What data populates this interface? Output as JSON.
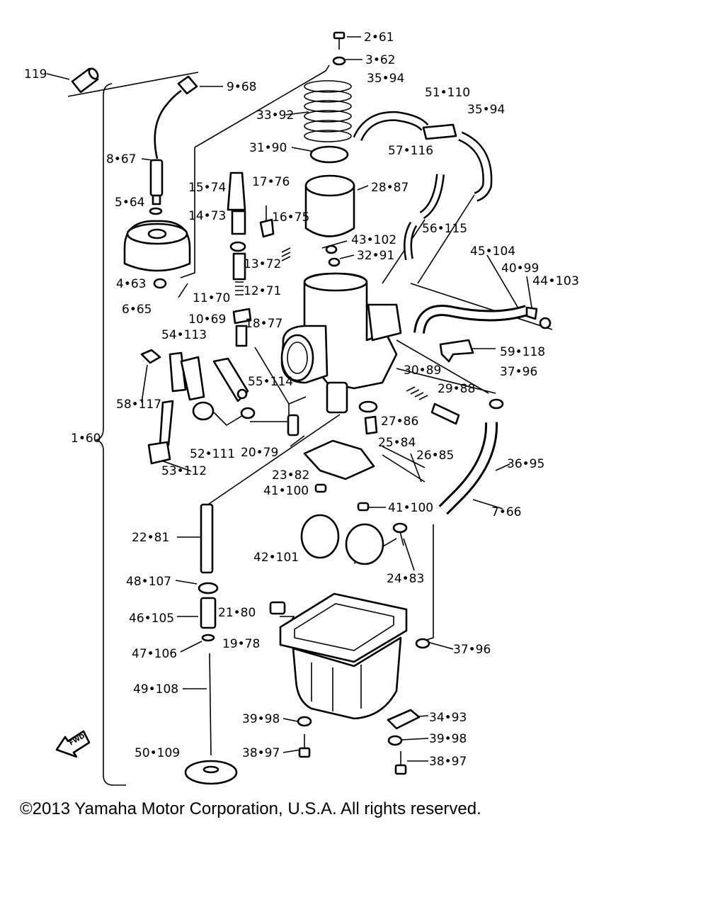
{
  "copyright": "©2013 Yamaha Motor Corporation, U.S.A. All rights reserved.",
  "fwd_label": "FWD",
  "callouts": [
    "2•61",
    "3•62",
    "35•94",
    "51•110",
    "35•94",
    "119",
    "9•68",
    "33•92",
    "31•90",
    "57•116",
    "8•67",
    "15•74",
    "17•76",
    "28•87",
    "5•64",
    "14•73",
    "16•75",
    "56•115",
    "43•102",
    "32•91",
    "13•72",
    "45•104",
    "40•99",
    "44•103",
    "4•63",
    "6•65",
    "11•70",
    "12•71",
    "10•69",
    "18•77",
    "54•113",
    "59•118",
    "30•89",
    "37•96",
    "29•88",
    "58•117",
    "55•114",
    "27•86",
    "25•84",
    "1•60",
    "52•111",
    "20•79",
    "26•85",
    "36•95",
    "53•112",
    "23•82",
    "41•100",
    "41•100",
    "7•66",
    "22•81",
    "42•101",
    "24•83",
    "48•107",
    "21•80",
    "46•105",
    "19•78",
    "37•96",
    "47•106",
    "49•108",
    "39•98",
    "34•93",
    "39•98",
    "38•97",
    "50•109",
    "38•97"
  ]
}
